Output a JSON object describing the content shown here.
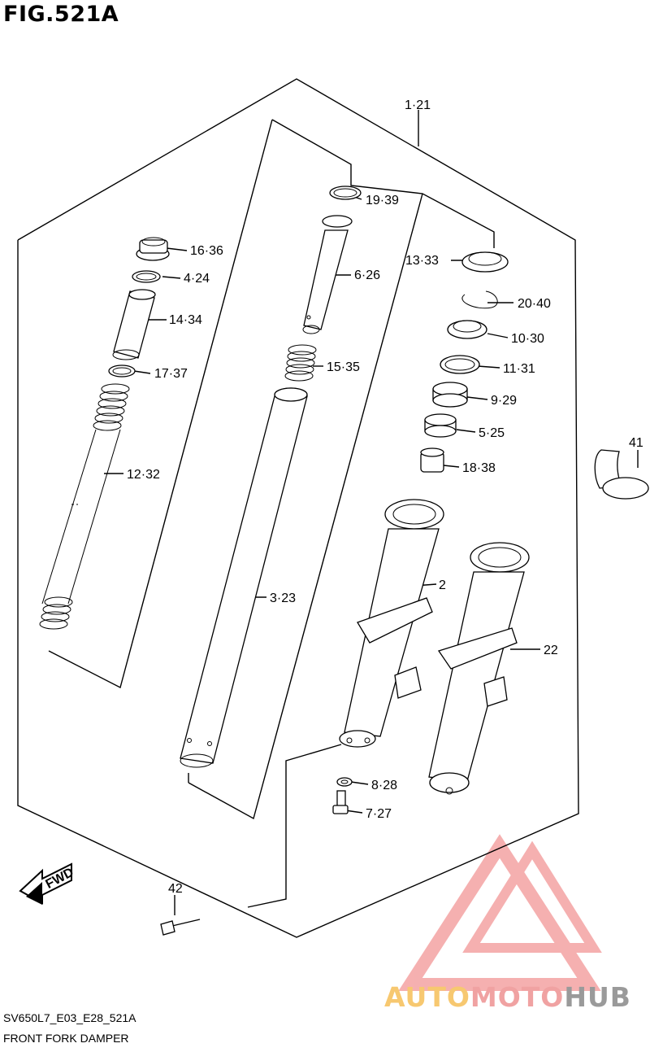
{
  "header": {
    "figure_title": "FIG.521A"
  },
  "footer": {
    "model_code": "SV650L7_E03_E28_521A",
    "diagram_title": "FRONT FORK DAMPER"
  },
  "fwd_label": "FWD",
  "watermark": {
    "part1": "AUTO",
    "part2": "MOTO",
    "part3": "HUB"
  },
  "callouts": {
    "c1": "1·21",
    "c19": "19·39",
    "c16": "16·36",
    "c4": "4·24",
    "c6": "6·26",
    "c13": "13·33",
    "c14": "14·34",
    "c20": "20·40",
    "c10": "10·30",
    "c17": "17·37",
    "c15": "15·35",
    "c11": "11·31",
    "c9": "9·29",
    "c5": "5·25",
    "c41": "41",
    "c18": "18·38",
    "c12": "12·32",
    "c2": "2",
    "c3": "3·23",
    "c22": "22",
    "c8": "8·28",
    "c7": "7·27",
    "c42": "42"
  },
  "colors": {
    "watermark_orange": "#f7c870",
    "watermark_pink": "#f0a2a2",
    "watermark_gray": "#9a9a9a"
  }
}
